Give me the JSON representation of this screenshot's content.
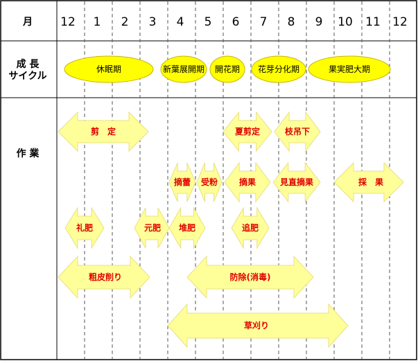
{
  "months": [
    "12",
    "1",
    "2",
    "3",
    "4",
    "5",
    "6",
    "7",
    "8",
    "9",
    "10",
    "11",
    "12"
  ],
  "labels": {
    "month": "月",
    "cycle_line1": "成 長",
    "cycle_line2": "サイクル",
    "work": "作 業"
  },
  "colors": {
    "phase_fill": "#ffff00",
    "task_fill": "#ffff99",
    "task_text": "#e00000",
    "border": "#000000"
  },
  "phases": [
    {
      "id": "dormancy",
      "label": "休眠期"
    },
    {
      "id": "leafing",
      "label": "新葉展開期"
    },
    {
      "id": "flowering",
      "label": "開花期"
    },
    {
      "id": "budding",
      "label": "花芽分化期"
    },
    {
      "id": "fruit-growth",
      "label": "果実肥大期"
    }
  ],
  "tasks": [
    {
      "id": "pruning",
      "label": "剪　定"
    },
    {
      "id": "summer-pruning",
      "label": "夏剪定"
    },
    {
      "id": "branch-hanging",
      "label": "枝吊下"
    },
    {
      "id": "bud-thinning",
      "label": "摘蕾"
    },
    {
      "id": "pollination",
      "label": "受粉"
    },
    {
      "id": "fruit-thinning",
      "label": "摘果"
    },
    {
      "id": "review-thinning",
      "label": "見直摘果"
    },
    {
      "id": "harvest",
      "label": "採　果"
    },
    {
      "id": "thanks-fertilizer",
      "label": "礼肥"
    },
    {
      "id": "base-fertilizer",
      "label": "元肥"
    },
    {
      "id": "compost",
      "label": "堆肥"
    },
    {
      "id": "top-dressing",
      "label": "追肥"
    },
    {
      "id": "bark-scraping",
      "label": "粗皮削り"
    },
    {
      "id": "pest-control",
      "label": "防除(消毒)"
    },
    {
      "id": "weeding",
      "label": "草刈り"
    }
  ]
}
